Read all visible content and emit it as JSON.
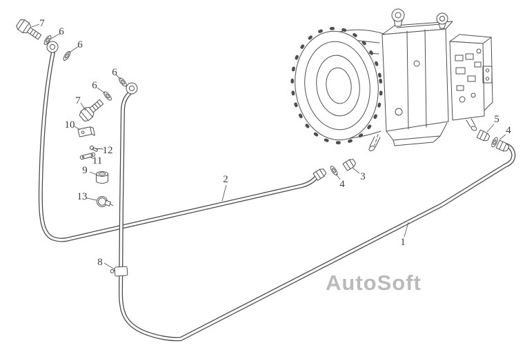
{
  "watermark": "AutoSoft",
  "callouts": [
    {
      "label": "7"
    },
    {
      "label": "6"
    },
    {
      "label": "6"
    },
    {
      "label": "6"
    },
    {
      "label": "6"
    },
    {
      "label": "7"
    },
    {
      "label": "10"
    },
    {
      "label": "12"
    },
    {
      "label": "11"
    },
    {
      "label": "9"
    },
    {
      "label": "13"
    },
    {
      "label": "8"
    },
    {
      "label": "2"
    },
    {
      "label": "3"
    },
    {
      "label": "4"
    },
    {
      "label": "5"
    },
    {
      "label": "4"
    },
    {
      "label": "1"
    }
  ],
  "colors": {
    "line": "#4d4d4d",
    "pipe": "#4a4a4a",
    "watermark": "#aeaeae",
    "background": "#ffffff"
  }
}
